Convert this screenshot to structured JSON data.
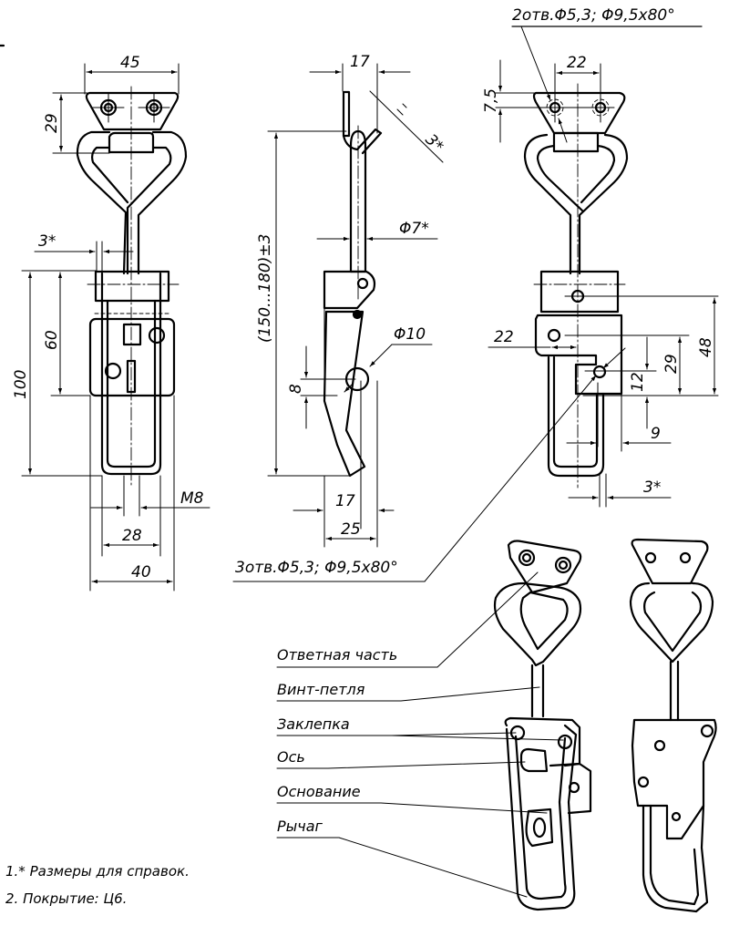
{
  "drawing": {
    "subject": "Натяжной замок (защёлка) с ответной частью",
    "views": {
      "front": {
        "dims": {
          "width_top": "45",
          "height_top": "29",
          "rod_offset": "3*",
          "h60": "60",
          "h100": "100",
          "thread": "M8",
          "w28": "28",
          "w40": "40"
        }
      },
      "side": {
        "dims": {
          "top_w": "17",
          "thick": "3*",
          "rod_dia": "Φ7*",
          "length": "(150...180)±3",
          "hole_dia": "Φ10",
          "h8": "8",
          "b17": "17",
          "b25": "25"
        }
      },
      "rear": {
        "callout_top": "2отв.Φ5,3;  Φ9,5x80°",
        "callout_bottom": "3отв.Φ5,3;  Φ9,5x80°",
        "dims": {
          "w22_top": "22",
          "h7_5": "7,5",
          "w22": "22",
          "h48": "48",
          "h29": "29",
          "h12": "12",
          "w9": "9",
          "thick": "3*"
        }
      }
    },
    "part_labels": [
      "Ответная часть",
      "Винт-петля",
      "Заклепка",
      "Ось",
      "Основание",
      "Рычаг"
    ],
    "notes": [
      "1.* Размеры для справок.",
      "2. Покрытие: Ц6."
    ]
  }
}
